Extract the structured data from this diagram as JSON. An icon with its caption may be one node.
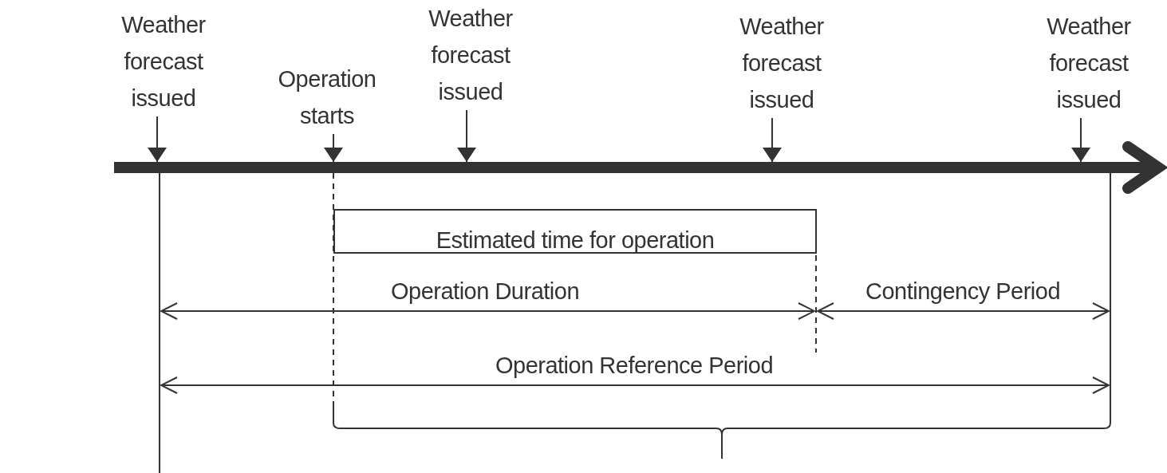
{
  "diagram": {
    "nodes": [
      {
        "text": [
          "Weather forecast issued"
        ]
      },
      {
        "text": [
          "Operation starts"
        ]
      },
      {
        "text": [
          "Weather forecast issued"
        ]
      },
      {
        "text": [
          "Weather forecast issued"
        ]
      },
      {
        "text": [
          "Weather forecast issued"
        ]
      },
      {
        "text": [
          "Estimated time for operation"
        ]
      }
    ],
    "edges": [
      {
        "from": 0,
        "to": null,
        "arrow": "to"
      },
      {
        "from": 1,
        "to": null,
        "arrow": "to"
      },
      {
        "from": 2,
        "to": null,
        "arrow": "to"
      },
      {
        "from": 3,
        "to": null,
        "arrow": "to"
      },
      {
        "from": 4,
        "to": null,
        "arrow": "to"
      }
    ],
    "labels": [
      "Operation Duration",
      "Contingency Period",
      "Operation Reference Period"
    ]
  }
}
